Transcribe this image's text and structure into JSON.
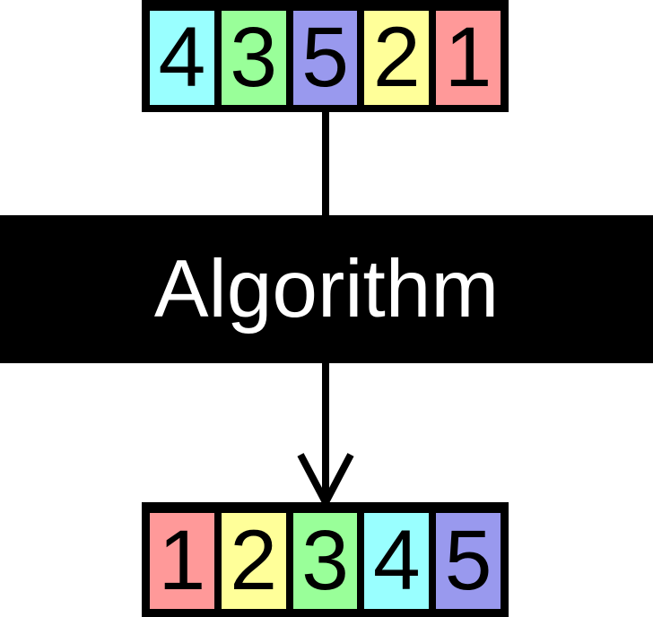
{
  "page": {
    "background": "#FFFFFF"
  },
  "banner": {
    "label": "Algorithm",
    "background": "#000000",
    "text_color": "#FFFFFF"
  },
  "arrow": {
    "color": "#000000"
  },
  "arrays": {
    "input": {
      "cells": [
        {
          "value": "4",
          "color": "#99FFFF"
        },
        {
          "value": "3",
          "color": "#99FF99"
        },
        {
          "value": "5",
          "color": "#9999EE"
        },
        {
          "value": "2",
          "color": "#FFFF99"
        },
        {
          "value": "1",
          "color": "#FF9999"
        }
      ]
    },
    "output": {
      "cells": [
        {
          "value": "1",
          "color": "#FF9999"
        },
        {
          "value": "2",
          "color": "#FFFF99"
        },
        {
          "value": "3",
          "color": "#99FF99"
        },
        {
          "value": "4",
          "color": "#99FFFF"
        },
        {
          "value": "5",
          "color": "#9999EE"
        }
      ]
    }
  }
}
